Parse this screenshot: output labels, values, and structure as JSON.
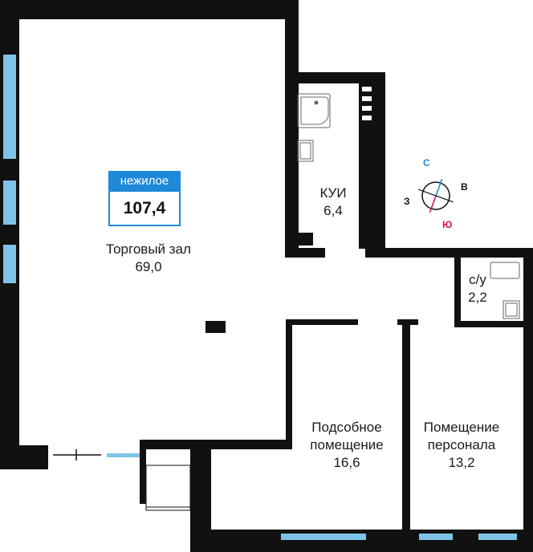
{
  "badge": {
    "type_label": "нежилое",
    "total_area": "107,4"
  },
  "rooms": {
    "sales_hall": {
      "name": "Торговый зал",
      "area": "69,0"
    },
    "kui": {
      "name": "КУИ",
      "area": "6,4"
    },
    "wc": {
      "name": "с/у",
      "area": "2,2"
    },
    "utility": {
      "name_line1": "Подсобное",
      "name_line2": "помещение",
      "area": "16,6"
    },
    "staff": {
      "name_line1": "Помещение",
      "name_line2": "персонала",
      "area": "13,2"
    }
  },
  "compass": {
    "north": "С",
    "east": "В",
    "south": "Ю",
    "west": "З"
  },
  "colors": {
    "accent": "#1e88d9",
    "window": "#7ec4e8",
    "wall": "#111111",
    "south": "#d4145a"
  }
}
